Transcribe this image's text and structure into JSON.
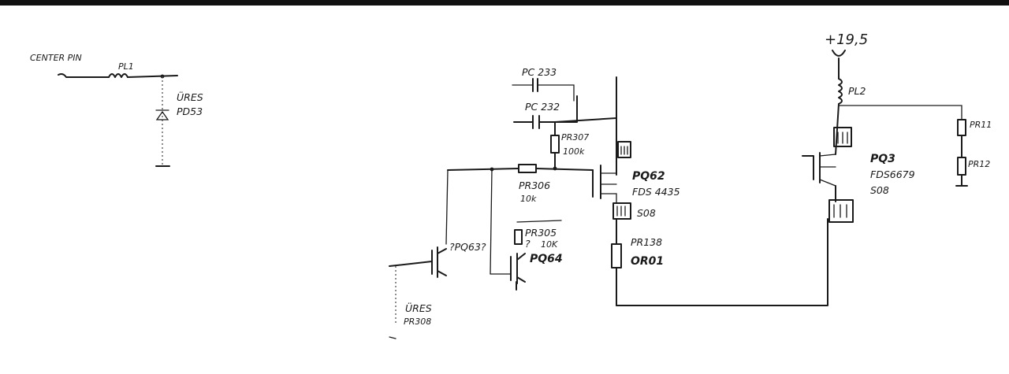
{
  "labels": {
    "center_pin": "CENTER PIN",
    "pl1": "PL1",
    "ures_top": "ÜRES",
    "pd53": "PD53",
    "pc233": "PC 233",
    "pc232": "PC 232",
    "pr307": "PR307",
    "pr307_val": "100k",
    "pr306": "PR306",
    "pr306_val": "10k",
    "pq62": "PQ62",
    "pq62_part": "FDS 4435",
    "pq62_pkg": "S08",
    "pq63": "?PQ63?",
    "pr305": "PR305",
    "pr305_q": "?",
    "pr305_val": "10K",
    "pq64": "PQ64",
    "ures_bottom": "ÜRES",
    "pr308": "PR308",
    "pr138": "PR138",
    "pr138_val": "OR01",
    "plus19": "+19,5",
    "pl2": "PL2",
    "pq3": "PQ3",
    "pq3_part": "FDS6679",
    "pq3_pkg": "S08",
    "pr11": "PR11",
    "pr12": "PR12"
  }
}
